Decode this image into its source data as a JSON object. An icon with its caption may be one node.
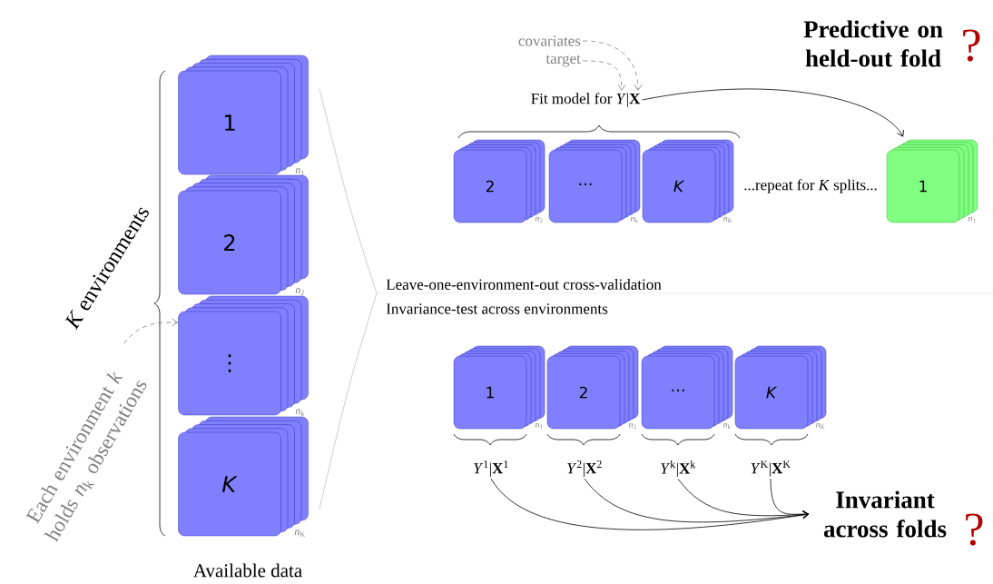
{
  "diagram": {
    "nodes": [
      {
        "text": [
          "1"
        ],
        "beside": [
          "*n*$_{1}$"
        ]
      },
      {
        "text": [
          "2"
        ],
        "beside": [
          "*n*$_{2}$"
        ]
      },
      {
        "text": [
          "⋮"
        ],
        "beside": [
          "*n*$_{k}$"
        ]
      },
      {
        "text": [
          "*K*"
        ],
        "beside": [
          "*n*$_{K}$"
        ]
      },
      {
        "text": [
          "Fit model for *Y*|**X**"
        ]
      },
      {
        "text": [
          "covariates"
        ]
      },
      {
        "text": [
          "target"
        ]
      },
      {
        "text": [
          "2"
        ],
        "beside": [
          "*n*$_{2}$"
        ]
      },
      {
        "text": [
          "⋯"
        ],
        "beside": [
          "*n*$_{k}$"
        ]
      },
      {
        "text": [
          "*K*"
        ],
        "beside": [
          "*n*$_{K}$"
        ]
      },
      {
        "text": [
          "1"
        ],
        "beside": [
          "*n*$_{1}$"
        ]
      },
      {
        "text": [
          "1"
        ],
        "beside": [
          "*n*$_{1}$"
        ]
      },
      {
        "text": [
          "2"
        ],
        "beside": [
          "*n*$_{2}$"
        ]
      },
      {
        "text": [
          "⋯"
        ],
        "beside": [
          "*n*$_{k}$"
        ]
      },
      {
        "text": [
          "*K*"
        ],
        "beside": [
          "*n*$_{K}$"
        ]
      },
      {
        "text": [
          "*Y*$^{1}$|**X**$^{1}$"
        ]
      },
      {
        "text": [
          "*Y*$^{2}$|**X**$^{2}$"
        ]
      },
      {
        "text": [
          "*Y*$^{k}$|**X**$^{k}$"
        ]
      },
      {
        "text": [
          "*Y*$^{K}$|**X**$^{K}$"
        ]
      },
      {
        "text": [
          "Invariant across folds"
        ]
      },
      {
        "text": [
          "Each environment *k* holds *n*$_{k}$ observations"
        ]
      }
    ],
    "edges": [
      {
        "from": 5,
        "to": 4,
        "arrow": "to",
        "style": "dashed",
        "color": "#808080"
      },
      {
        "from": 6,
        "to": 4,
        "arrow": "to",
        "style": "dashed",
        "color": "#808080"
      },
      {
        "from": 4,
        "to": 10,
        "arrow": "to"
      },
      {
        "from": 15,
        "to": 19,
        "arrow": "to"
      },
      {
        "from": 16,
        "to": 19,
        "arrow": "to"
      },
      {
        "from": 17,
        "to": 19,
        "arrow": "to"
      },
      {
        "from": 18,
        "to": 19,
        "arrow": "to"
      },
      {
        "from": 20,
        "to": 2,
        "arrow": "to",
        "style": "dashed",
        "color": "#808080"
      }
    ],
    "labels": [
      "Predictive on held-out fold",
      "?",
      "*K* environments",
      "...repeat for *K* splits...",
      "Leave-one-environment-out cross-validation",
      "Invariance-test across environments",
      "?",
      "Available data"
    ]
  }
}
